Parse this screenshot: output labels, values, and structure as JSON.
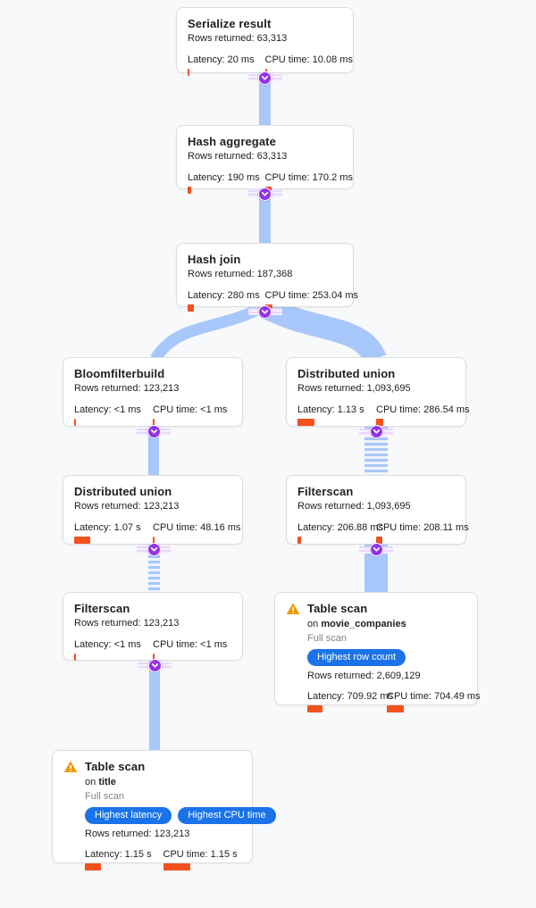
{
  "colors": {
    "background": "#f8f9fa",
    "card_border": "#dadce0",
    "edge_band_blue": "#a8c7fa",
    "metric_bar_orange": "#f4511e",
    "node_dot_purple": "#9334e6",
    "badge_blue": "#1a73e8",
    "warning_amber": "#f29900",
    "muted_text": "#80868b"
  },
  "nodes": [
    {
      "title": "Serialize result",
      "rows": "Rows returned: 63,313",
      "latency": "Latency: 20 ms",
      "cpu": "CPU time: 10.08 ms",
      "latency_bar": 2,
      "cpu_bar": 2
    },
    {
      "title": "Hash aggregate",
      "rows": "Rows returned: 63,313",
      "latency": "Latency: 190 ms",
      "cpu": "CPU time: 170.2 ms",
      "latency_bar": 4,
      "cpu_bar": 7
    },
    {
      "title": "Hash join",
      "rows": "Rows returned: 187,368",
      "latency": "Latency: 280 ms",
      "cpu": "CPU time: 253.04 ms",
      "latency_bar": 7,
      "cpu_bar": 8
    },
    {
      "title": "Bloomfilterbuild",
      "rows": "Rows returned: 123,213",
      "latency": "Latency: <1 ms",
      "cpu": "CPU time: <1 ms",
      "latency_bar": 2,
      "cpu_bar": 2
    },
    {
      "title": "Distributed union",
      "rows": "Rows returned: 1,093,695",
      "latency": "Latency: 1.13 s",
      "cpu": "CPU time: 286.54 ms",
      "latency_bar": 19,
      "cpu_bar": 8
    },
    {
      "title": "Distributed union",
      "rows": "Rows returned: 123,213",
      "latency": "Latency: 1.07 s",
      "cpu": "CPU time: 48.16 ms",
      "latency_bar": 18,
      "cpu_bar": 2
    },
    {
      "title": "Filterscan",
      "rows": "Rows returned: 1,093,695",
      "latency": "Latency: 206.88 ms",
      "cpu": "CPU time: 208.11 ms",
      "latency_bar": 4,
      "cpu_bar": 7
    },
    {
      "title": "Filterscan",
      "rows": "Rows returned: 123,213",
      "latency": "Latency: <1 ms",
      "cpu": "CPU time: <1 ms",
      "latency_bar": 2,
      "cpu_bar": 2
    },
    {
      "title": "Table scan",
      "on_prefix": "on",
      "on_table": "movie_companies",
      "scan_type": "Full scan",
      "badges": [
        "Highest row count"
      ],
      "rows": "Rows returned: 2,609,129",
      "latency": "Latency: 709.92 ms",
      "cpu": "CPU time: 704.49 ms",
      "latency_bar": 17,
      "cpu_bar": 19
    },
    {
      "title": "Table scan",
      "on_prefix": "on",
      "on_table": "title",
      "scan_type": "Full scan",
      "badges": [
        "Highest latency",
        "Highest CPU time"
      ],
      "rows": "Rows returned: 123,213",
      "latency": "Latency: 1.15 s",
      "cpu": "CPU time: 1.15 s",
      "latency_bar": 18,
      "cpu_bar": 30
    }
  ]
}
